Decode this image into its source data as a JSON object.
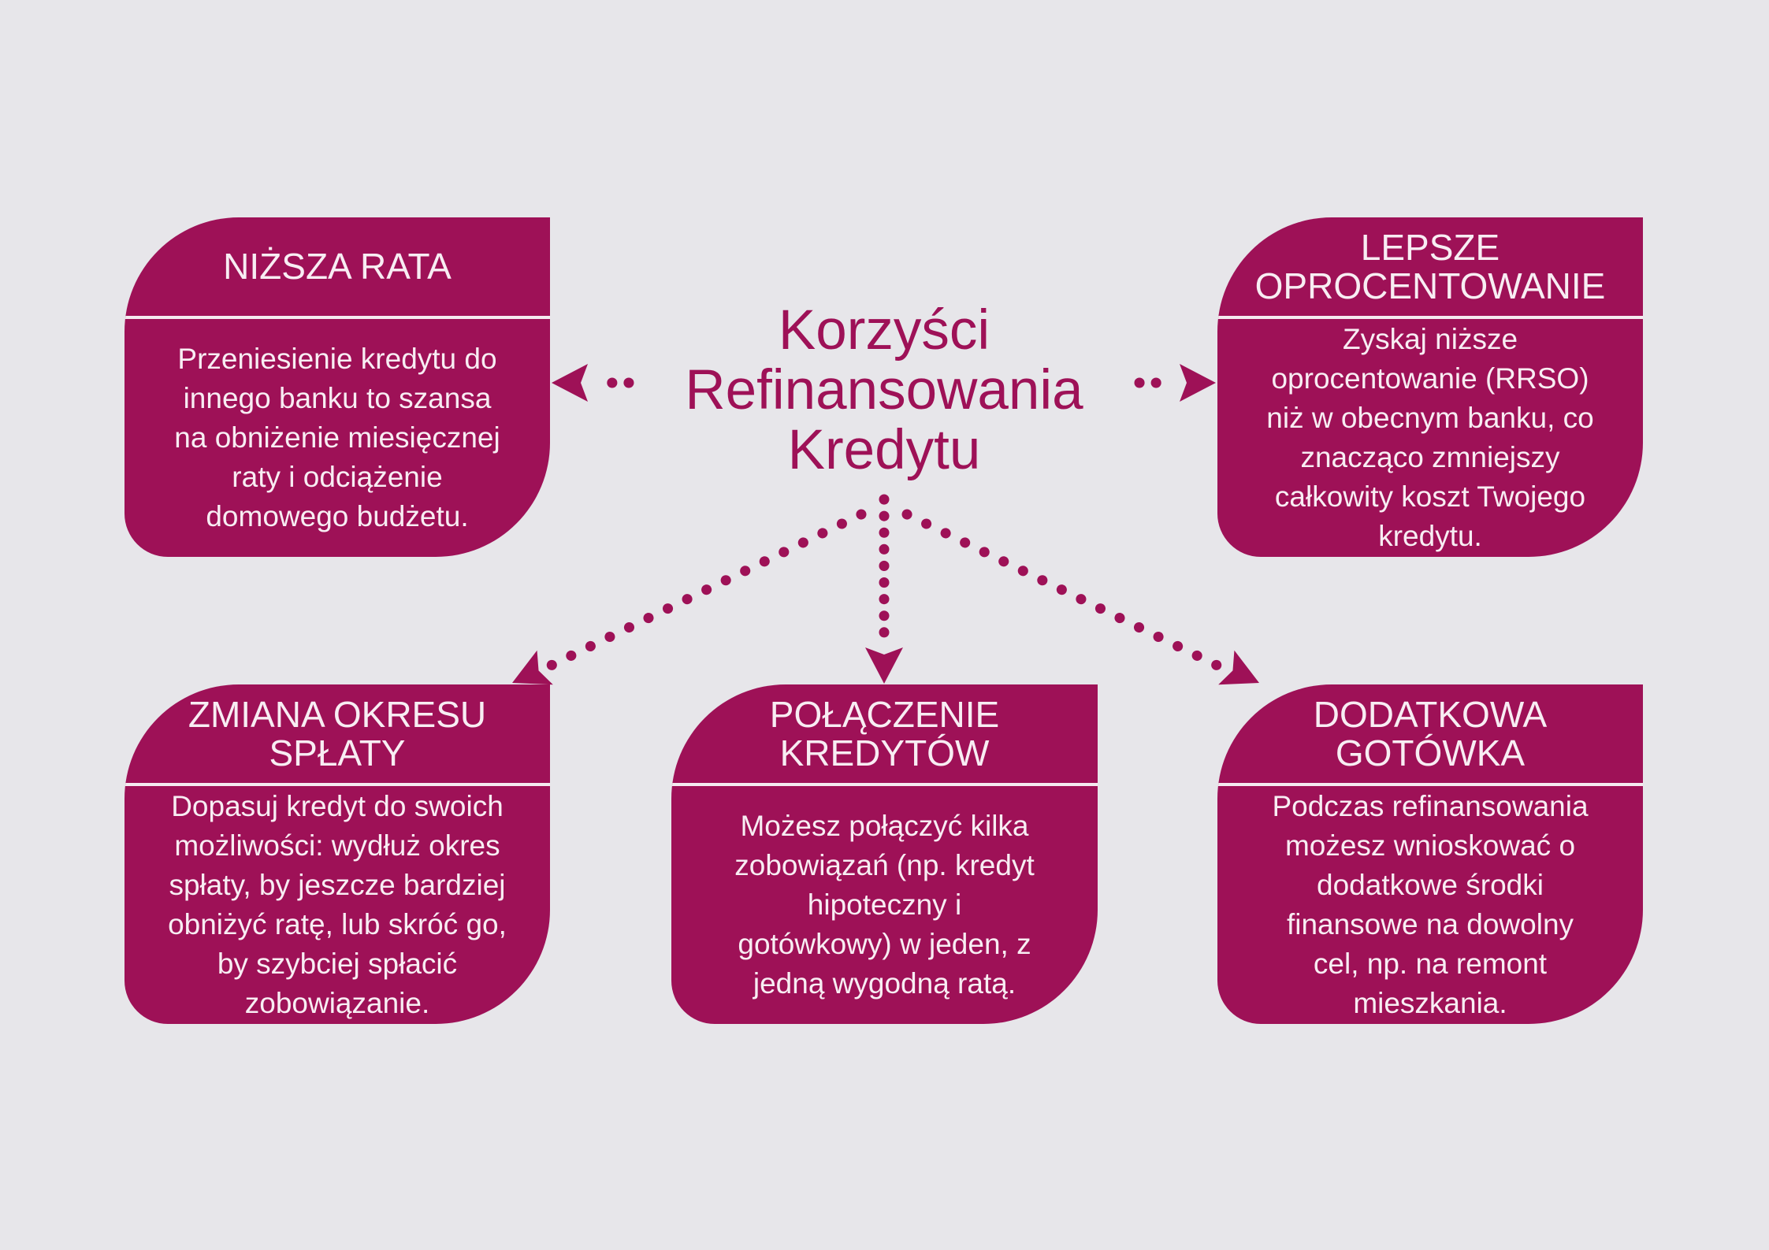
{
  "theme": {
    "background": "#e7e6ea",
    "accent": "#9e1157",
    "text_on_accent": "#f8edf3",
    "divider": "#f5eaf0"
  },
  "center_title": {
    "text": "Korzyści\nRefinansowania\nKredytu"
  },
  "cards": [
    {
      "id": "nizsza-rata",
      "title": "NIŻSZA RATA",
      "body": "Przeniesienie kredytu do\ninnego banku to szansa\nna obniżenie miesięcznej\nraty i odciążenie\ndomowego budżetu."
    },
    {
      "id": "lepsze-oprocentowanie",
      "title": "LEPSZE\nOPROCENTOWANIE",
      "body": "Zyskaj niższe\noprocentowanie (RRSO)\nniż w obecnym banku, co\nznacząco zmniejszy\ncałkowity koszt Twojego\nkredytu."
    },
    {
      "id": "zmiana-okresu-splaty",
      "title": "ZMIANA OKRESU\nSPŁATY",
      "body": "Dopasuj kredyt do swoich\nmożliwości: wydłuż okres\nspłaty, by jeszcze bardziej\nobniżyć ratę, lub skróć go,\nby szybciej spłacić\nzobowiązanie."
    },
    {
      "id": "polaczenie-kredytow",
      "title": "POŁĄCZENIE\nKREDYTÓW",
      "body": "Możesz połączyć kilka\nzobowiązań (np. kredyt\nhipoteczny i\ngotówkowy) w jeden, z\njedną wygodną ratą."
    },
    {
      "id": "dodatkowa-gotowka",
      "title": "DODATKOWA\nGOTÓWKA",
      "body": "Podczas refinansowania\nmożesz wnioskować o\ndodatkowe środki\nfinansowe na dowolny\ncel, np. na remont\nmieszkania."
    }
  ]
}
